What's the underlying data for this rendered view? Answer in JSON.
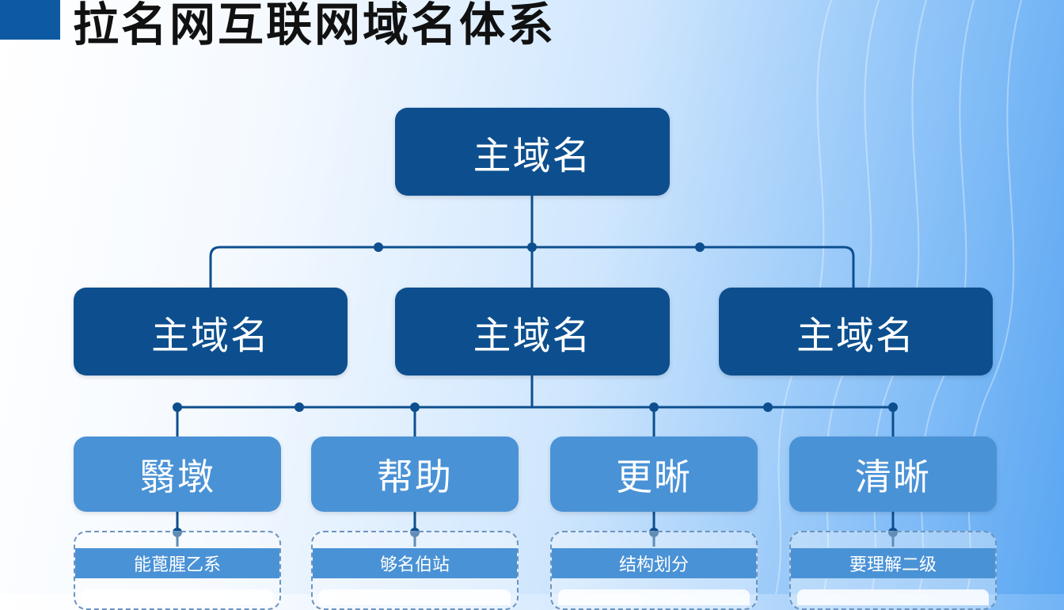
{
  "header": {
    "title": "拉名网互联网域名体系"
  },
  "tree": {
    "root": {
      "label": "主域名"
    },
    "level2": [
      {
        "label": "主域名"
      },
      {
        "label": "主域名"
      },
      {
        "label": "主域名"
      }
    ],
    "level3": [
      {
        "label": "翳墩",
        "card_label": "能蓖腥乙系"
      },
      {
        "label": "帮助",
        "card_label": "够名伯站"
      },
      {
        "label": "更晰",
        "card_label": "结构划分"
      },
      {
        "label": "清晰",
        "card_label": "要理解二级"
      }
    ]
  },
  "colors": {
    "dark_node": "#0d4f8e",
    "light_node": "#4a92d6",
    "connector": "#0d4f8e",
    "accent": "#0e5aa2"
  }
}
